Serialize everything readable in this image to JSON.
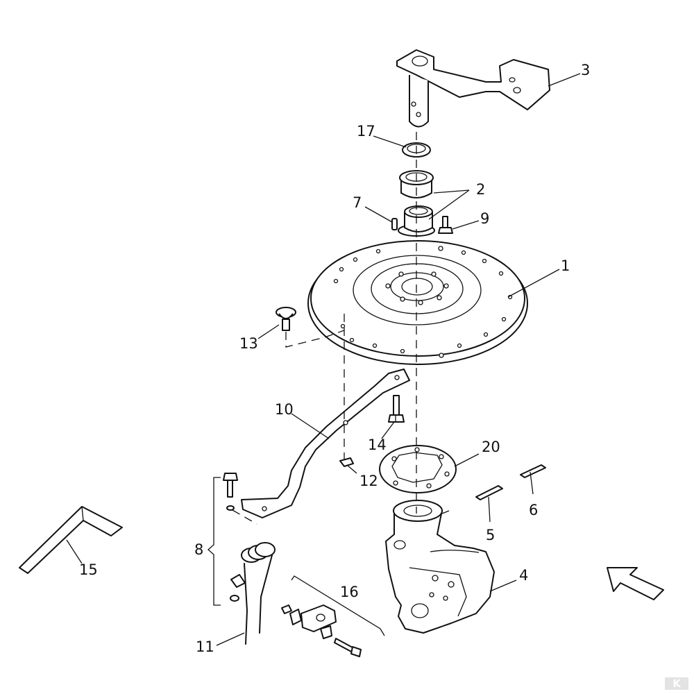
{
  "diagram": {
    "callouts": {
      "c1": "1",
      "c2": "2",
      "c3": "3",
      "c4": "4",
      "c5": "5",
      "c6": "6",
      "c7": "7",
      "c8": "8",
      "c9": "9",
      "c10": "10",
      "c11": "11",
      "c12": "12",
      "c13": "13",
      "c14": "14",
      "c15": "15",
      "c16": "16",
      "c17": "17",
      "c20": "20"
    },
    "logo": "K"
  }
}
